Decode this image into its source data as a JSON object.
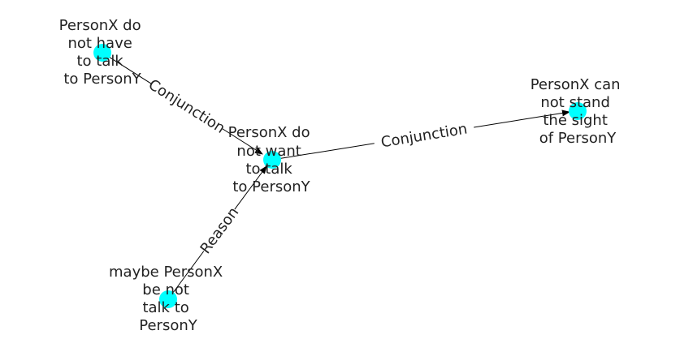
{
  "colors": {
    "node": "#00ffff",
    "edge": "#000000",
    "text": "#222222",
    "background": "#ffffff"
  },
  "nodes": [
    {
      "id": "n_center",
      "lines": [
        "PersonX do",
        "not want",
        "to talk",
        "to PersonY"
      ]
    },
    {
      "id": "n_top",
      "lines": [
        "PersonX do",
        "not have",
        "to talk",
        "to PersonY"
      ]
    },
    {
      "id": "n_right",
      "lines": [
        "PersonX can",
        "not stand",
        "the sight",
        "of PersonY"
      ]
    },
    {
      "id": "n_bottom",
      "lines": [
        "maybe PersonX",
        "be not",
        "talk to",
        "PersonY"
      ]
    }
  ],
  "edges": [
    {
      "from": "n_top",
      "to": "n_center",
      "label": "Conjunction"
    },
    {
      "from": "n_center",
      "to": "n_right",
      "label": "Conjunction"
    },
    {
      "from": "n_bottom",
      "to": "n_center",
      "label": "Reason"
    }
  ]
}
